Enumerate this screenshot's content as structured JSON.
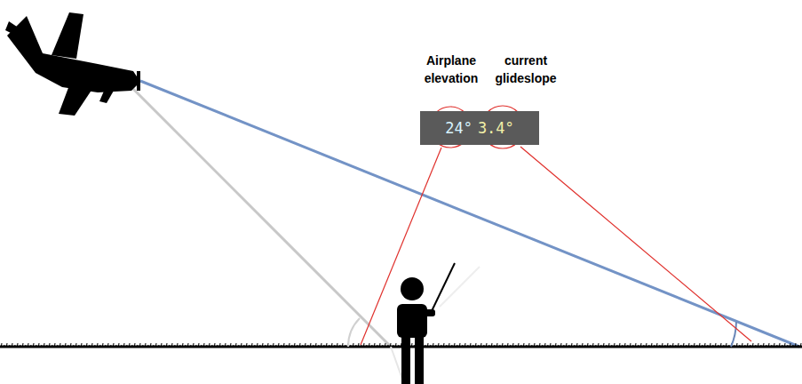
{
  "diagram": {
    "nodes": [
      {
        "text": [
          "24°",
          "3.4°"
        ]
      }
    ],
    "labels": [
      "Airplane elevation",
      "current glideslope"
    ]
  }
}
